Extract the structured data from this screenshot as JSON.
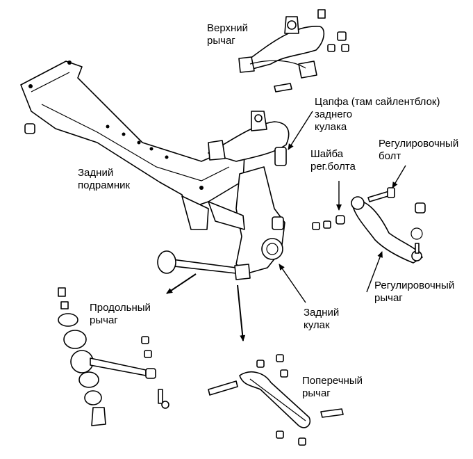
{
  "labels": {
    "upper_arm": [
      "Верхний",
      "рычаг"
    ],
    "pin": [
      "Цапфа (там сайлентблок)",
      "заднего",
      "кулака"
    ],
    "washer": [
      "Шайба",
      "рег.болта"
    ],
    "adj_bolt": [
      "Регулировочный",
      "болт"
    ],
    "subframe": [
      "Задний",
      "подрамник"
    ],
    "adj_arm": [
      "Регулировочный",
      "рычаг"
    ],
    "trailing_arm": [
      "Продольный",
      "рычаг"
    ],
    "knuckle": [
      "Задний",
      "кулак"
    ],
    "lateral_arm": [
      "Поперечный",
      "рычаг"
    ]
  },
  "colors": {
    "line": "#000000",
    "background": "#ffffff"
  }
}
